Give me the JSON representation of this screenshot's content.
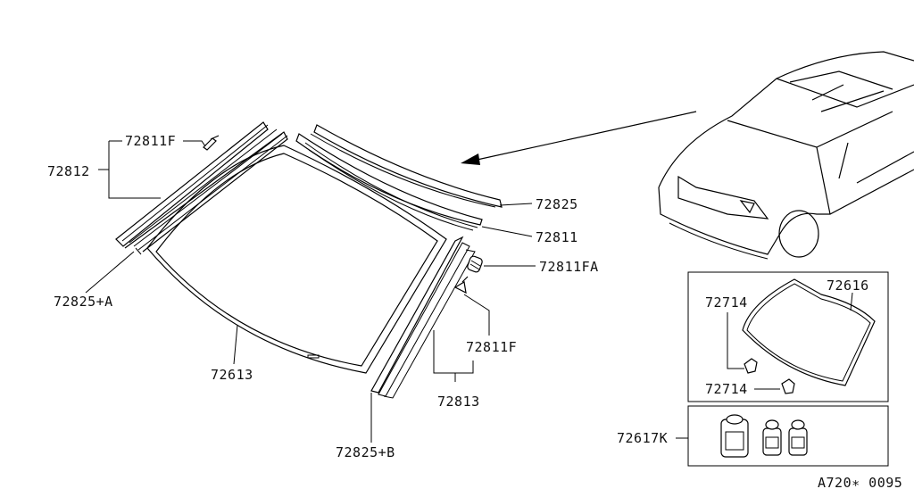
{
  "diagram": {
    "labels": {
      "clip_upper_left": "72811F",
      "molding_left": "72812",
      "molding_upper": "72825",
      "molding_upper_inner": "72811",
      "fastener_right": "72811FA",
      "seal_left": "72825+A",
      "windshield": "72613",
      "clip_right": "72811F",
      "molding_right": "72813",
      "seal_right": "72825+B",
      "spacer_upper": "72714",
      "rear_glass": "72616",
      "spacer_lower": "72714",
      "adhesive_kit": "72617K"
    },
    "code": "A720∗ 0095"
  }
}
